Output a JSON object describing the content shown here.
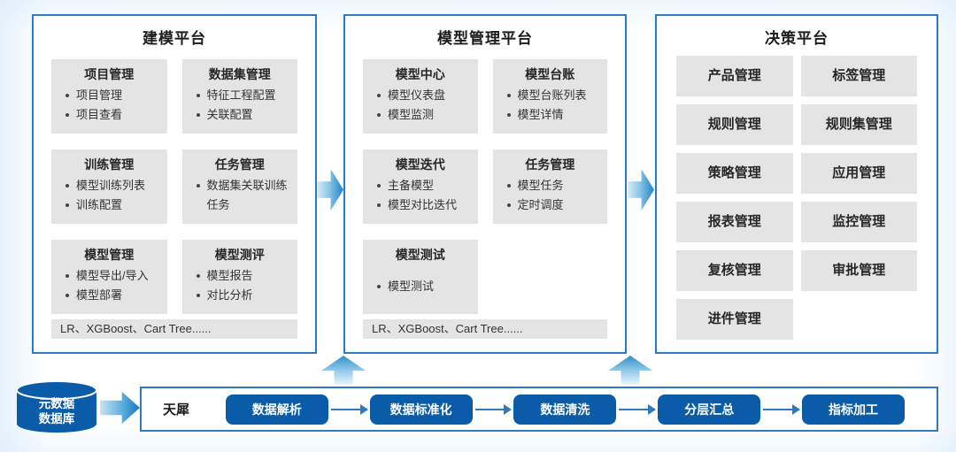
{
  "platforms": [
    {
      "title": "建模平台",
      "sections": [
        {
          "header": "项目管理",
          "items": [
            "项目管理",
            "项目查看"
          ]
        },
        {
          "header": "数据集管理",
          "items": [
            "特征工程配置",
            "关联配置"
          ]
        },
        {
          "header": "训练管理",
          "items": [
            "模型训练列表",
            "训练配置"
          ]
        },
        {
          "header": "任务管理",
          "items": [
            "数据集关联训练任务"
          ]
        },
        {
          "header": "模型管理",
          "items": [
            "模型导出/导入",
            "模型部署"
          ]
        },
        {
          "header": "模型测评",
          "items": [
            "模型报告",
            "对比分析"
          ]
        }
      ],
      "footer": "LR、XGBoost、Cart Tree......"
    },
    {
      "title": "模型管理平台",
      "sections": [
        {
          "header": "模型中心",
          "items": [
            "模型仪表盘",
            "模型监测"
          ]
        },
        {
          "header": "模型台账",
          "items": [
            "模型台账列表",
            "模型详情"
          ]
        },
        {
          "header": "模型迭代",
          "items": [
            "主备模型",
            "模型对比迭代"
          ]
        },
        {
          "header": "任务管理",
          "items": [
            "模型任务",
            "定时调度"
          ]
        },
        {
          "header": "模型测试",
          "items": [
            "模型测试"
          ]
        }
      ],
      "footer": "LR、XGBoost、Cart Tree......"
    },
    {
      "title": "决策平台",
      "modules": [
        "产品管理",
        "标签管理",
        "规则管理",
        "规则集管理",
        "策略管理",
        "应用管理",
        "报表管理",
        "监控管理",
        "复核管理",
        "审批管理",
        "进件管理"
      ]
    }
  ],
  "pipeline": {
    "source": {
      "line1": "元数据",
      "line2": "数据库"
    },
    "engine_label": "天犀",
    "stages": [
      "数据解析",
      "数据标准化",
      "数据清洗",
      "分层汇总",
      "指标加工"
    ]
  },
  "colors": {
    "panel_border": "#2F7ABD",
    "box_gray": "#E4E4E4",
    "dark_blue": "#0B5CA8",
    "arrow_blue": "#1F83C5"
  }
}
